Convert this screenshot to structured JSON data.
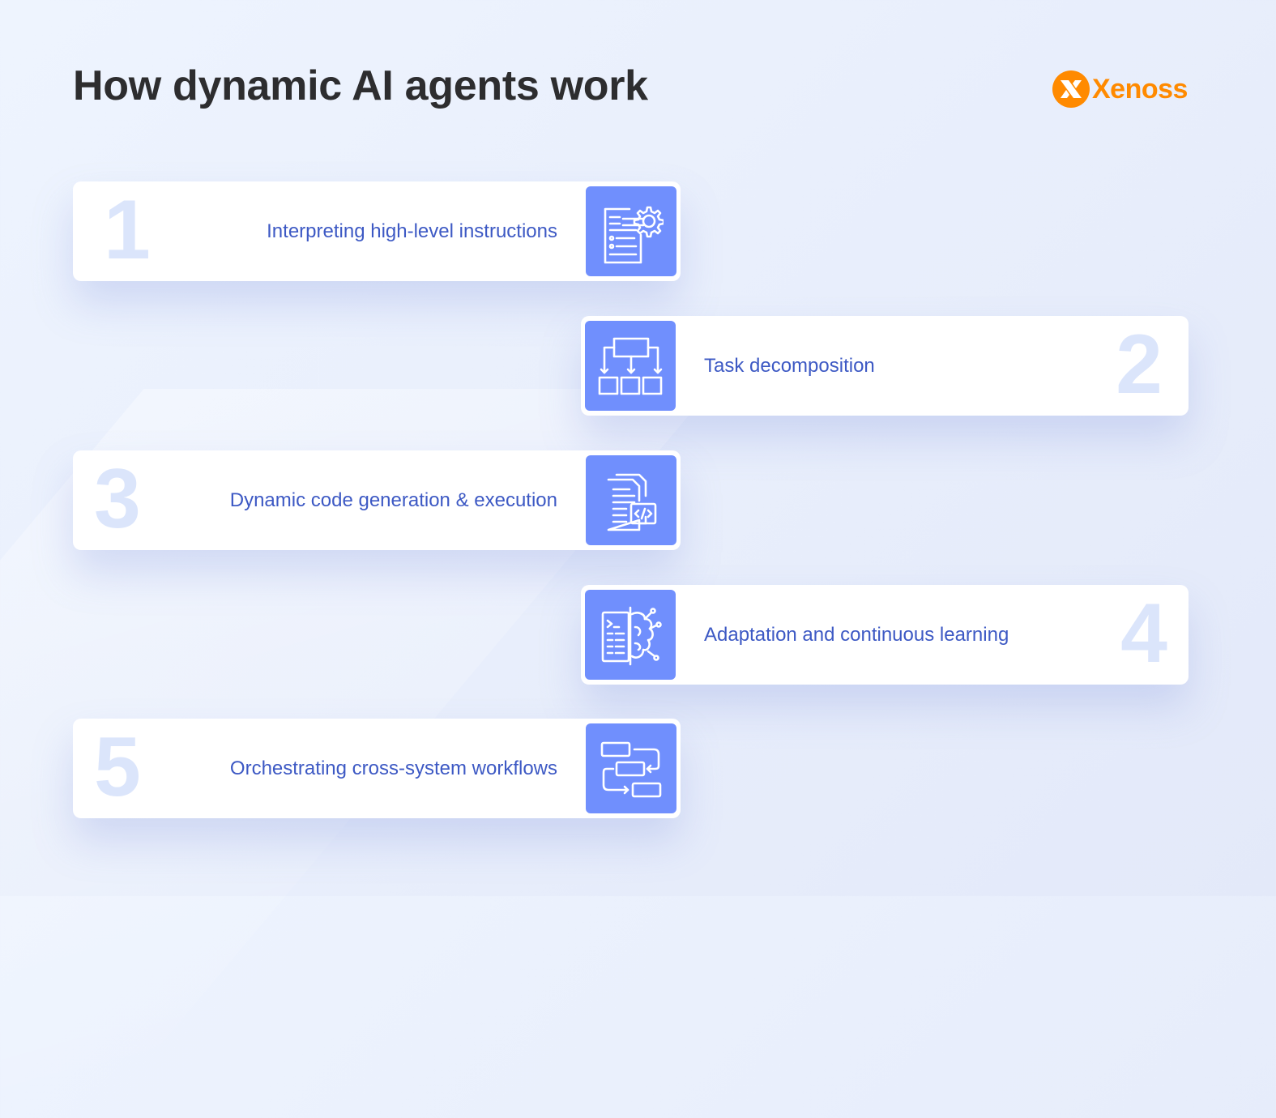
{
  "header": {
    "title": "How dynamic AI agents work",
    "logo_text": "Xenoss"
  },
  "colors": {
    "title": "#2d2d2f",
    "accent_blue": "#708ffd",
    "label_text": "#3d59c4",
    "number_watermark": "#dbe5fb",
    "logo_orange": "#ff8a00"
  },
  "steps": [
    {
      "number": "1",
      "label": "Interpreting high-level instructions",
      "icon": "document-gear-icon",
      "side": "left"
    },
    {
      "number": "2",
      "label": "Task decomposition",
      "icon": "hierarchy-diagram-icon",
      "side": "right"
    },
    {
      "number": "3",
      "label": "Dynamic code generation & execution",
      "icon": "code-document-icon",
      "side": "left"
    },
    {
      "number": "4",
      "label": "Adaptation and continuous learning",
      "icon": "terminal-brain-icon",
      "side": "right"
    },
    {
      "number": "5",
      "label": "Orchestrating cross-system workflows",
      "icon": "workflow-icon",
      "side": "left"
    }
  ]
}
